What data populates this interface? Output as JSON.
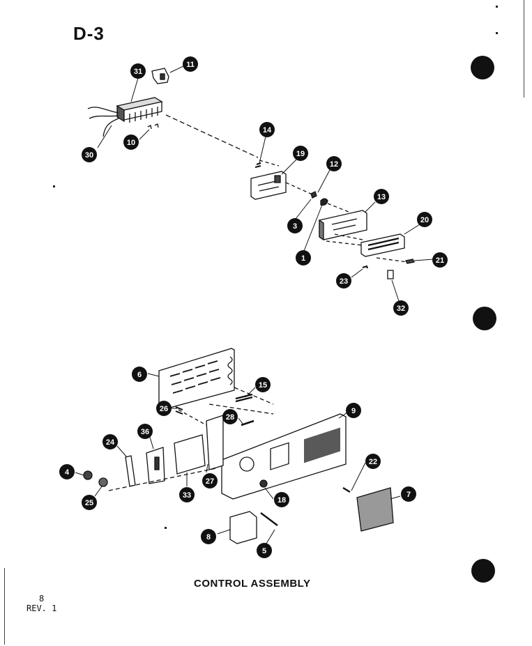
{
  "page": {
    "code": "D-3",
    "caption": "CONTROL ASSEMBLY",
    "page_number": "8",
    "revision": "REV. 1"
  },
  "callouts": [
    {
      "label": "31"
    },
    {
      "label": "11"
    },
    {
      "label": "30"
    },
    {
      "label": "10"
    },
    {
      "label": "14"
    },
    {
      "label": "19"
    },
    {
      "label": "12"
    },
    {
      "label": "3"
    },
    {
      "label": "13"
    },
    {
      "label": "1"
    },
    {
      "label": "20"
    },
    {
      "label": "21"
    },
    {
      "label": "23"
    },
    {
      "label": "32"
    },
    {
      "label": "6"
    },
    {
      "label": "15"
    },
    {
      "label": "26"
    },
    {
      "label": "28"
    },
    {
      "label": "9"
    },
    {
      "label": "36"
    },
    {
      "label": "24"
    },
    {
      "label": "4"
    },
    {
      "label": "25"
    },
    {
      "label": "33"
    },
    {
      "label": "27"
    },
    {
      "label": "22"
    },
    {
      "label": "18"
    },
    {
      "label": "8"
    },
    {
      "label": "7"
    },
    {
      "label": "5"
    }
  ]
}
